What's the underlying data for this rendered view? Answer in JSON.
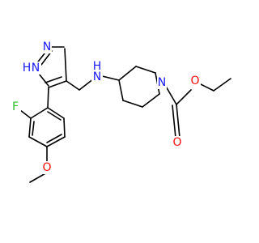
{
  "molecule": {
    "atoms": {
      "pyrazole_n_top": {
        "symbol": "N",
        "label": "N",
        "color": "#1a1aff"
      },
      "pyrazole_nh": {
        "symbol": "N",
        "label": "N",
        "h_label": "H",
        "color": "#1a1aff"
      },
      "amine_nh": {
        "symbol": "N",
        "label": "N",
        "h_label": "H",
        "color": "#1a1aff"
      },
      "piperidine_n": {
        "symbol": "N",
        "label": "N",
        "color": "#1a1aff"
      },
      "carbonyl_o": {
        "symbol": "O",
        "label": "O",
        "color": "#ff0d0d"
      },
      "ester_o": {
        "symbol": "O",
        "label": "O",
        "color": "#ff0d0d"
      },
      "methoxy_o": {
        "symbol": "O",
        "label": "O",
        "color": "#ff0d0d"
      },
      "fluorine": {
        "symbol": "F",
        "label": "F",
        "color": "#2fbf2f"
      }
    },
    "bond_color": "#000000"
  }
}
